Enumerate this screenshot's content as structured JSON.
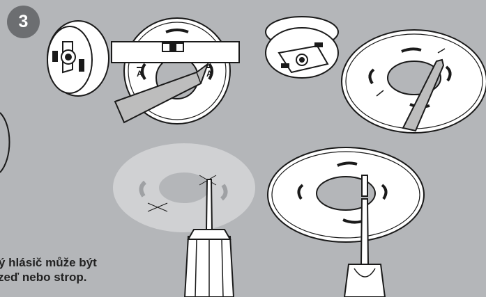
{
  "step": {
    "number": "3"
  },
  "caption": {
    "line1": "ý hlásič může být",
    "line2": "zeď nebo strop."
  },
  "marks": {
    "alignment_letter": "A"
  },
  "colors": {
    "background": "#b4b6b9",
    "badge": "#6c6e71",
    "drilled_disc": "#d0d1d3",
    "line": "#1a1a1a",
    "part_fill": "#ffffff"
  }
}
